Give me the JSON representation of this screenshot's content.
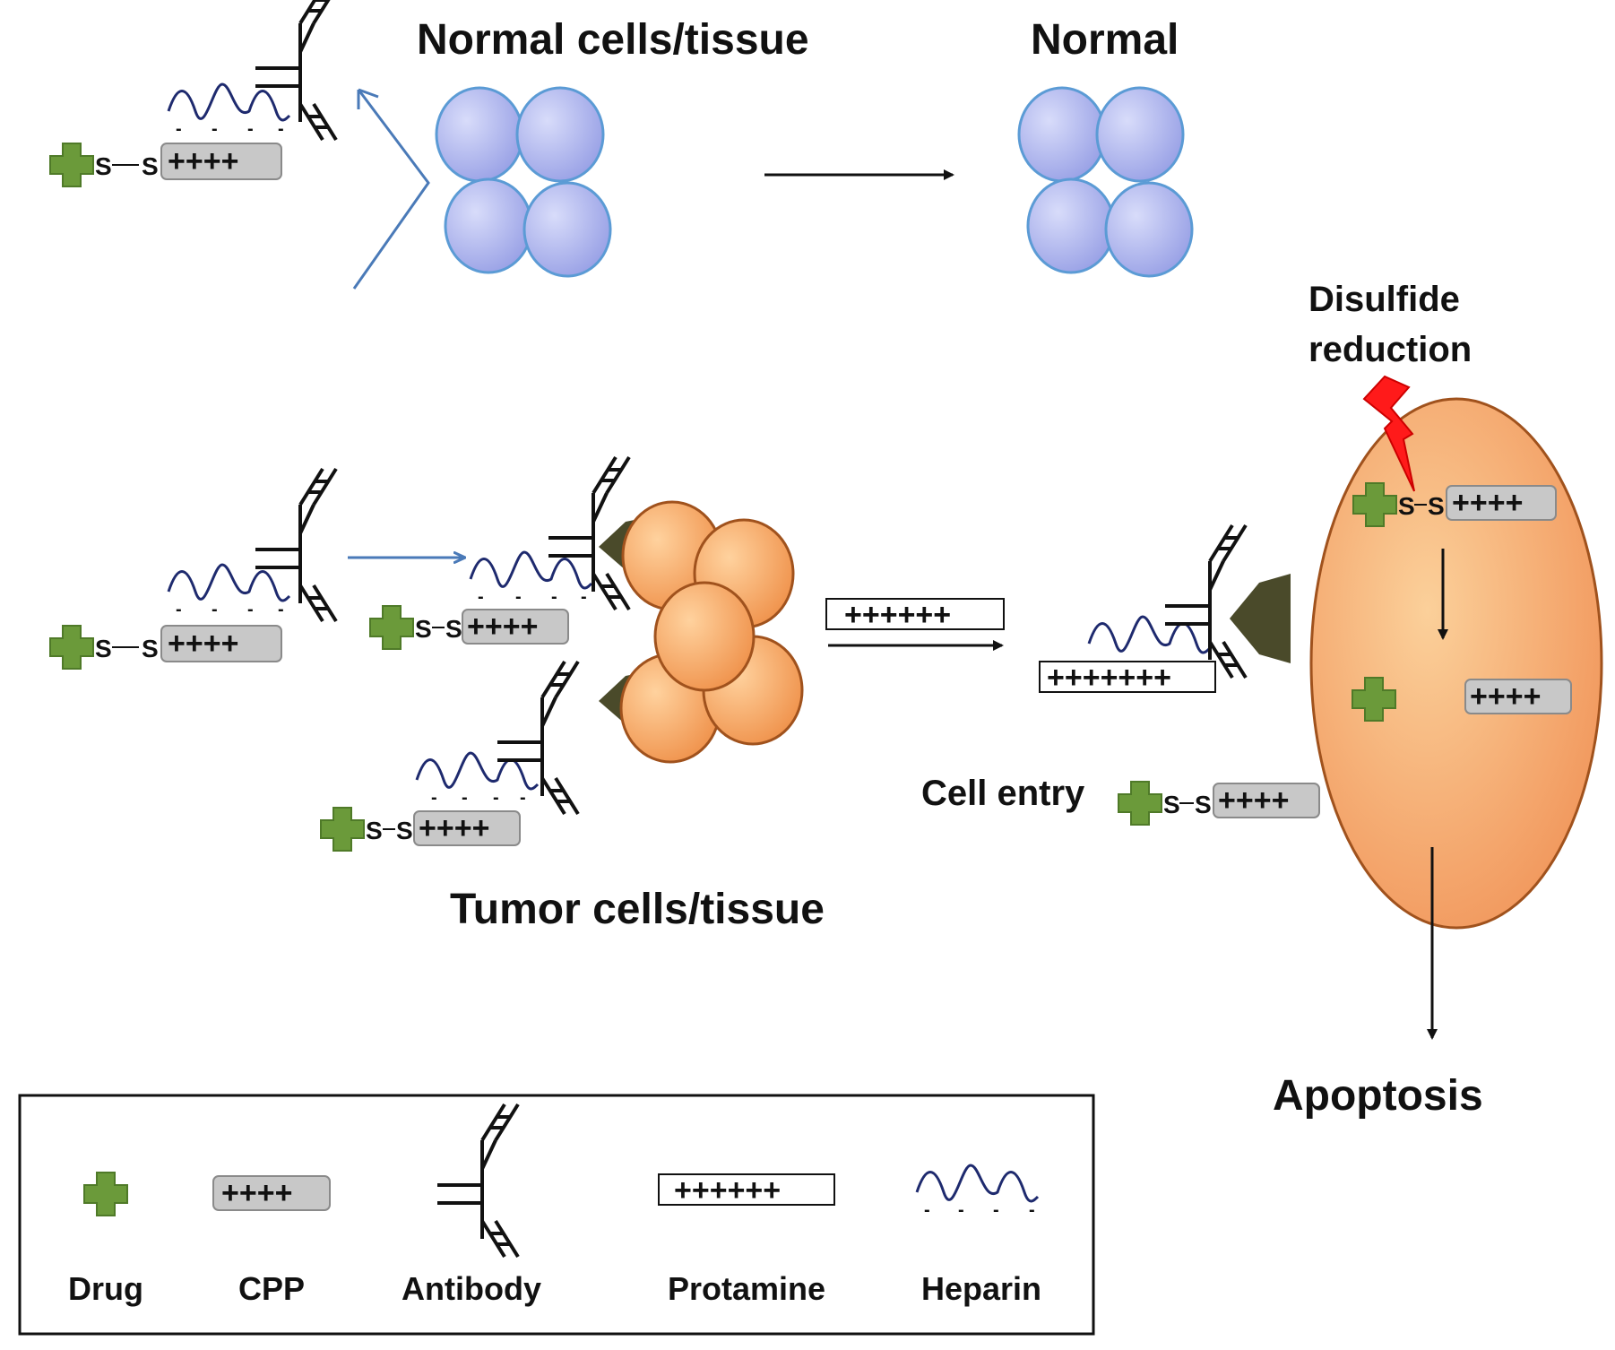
{
  "labels": {
    "normal_tissue": "Normal cells/tissue",
    "normal": "Normal",
    "disulfide_line1": "Disulfide",
    "disulfide_line2": "reduction",
    "tumor_tissue": "Tumor cells/tissue",
    "cell_entry": "Cell entry",
    "apoptosis": "Apoptosis"
  },
  "glyphs": {
    "cpp_charges": "++++",
    "protamine_charges": "++++++",
    "protamine_charges_long": "+++++++",
    "sulfur": "S",
    "heparin_charge": "-"
  },
  "legend": {
    "items": [
      {
        "name": "drug",
        "label": "Drug"
      },
      {
        "name": "cpp",
        "label": "CPP"
      },
      {
        "name": "antibody",
        "label": "Antibody"
      },
      {
        "name": "protamine",
        "label": "Protamine"
      },
      {
        "name": "heparin",
        "label": "Heparin"
      }
    ]
  },
  "colors": {
    "drug_green": "#6b9a3a",
    "cpp_gray": "#c8c8c8",
    "normal_cell_fill": "#b8bff0",
    "normal_cell_stroke": "#5b9bd5",
    "tumor_cell_fill": "#f6b07a",
    "tumor_cell_stroke": "#a0521d",
    "receptor": "#4a4a2a",
    "blue_arrow": "#4a7ab8",
    "lightning": "#ff0000",
    "heparin": "#1e2a6e"
  }
}
